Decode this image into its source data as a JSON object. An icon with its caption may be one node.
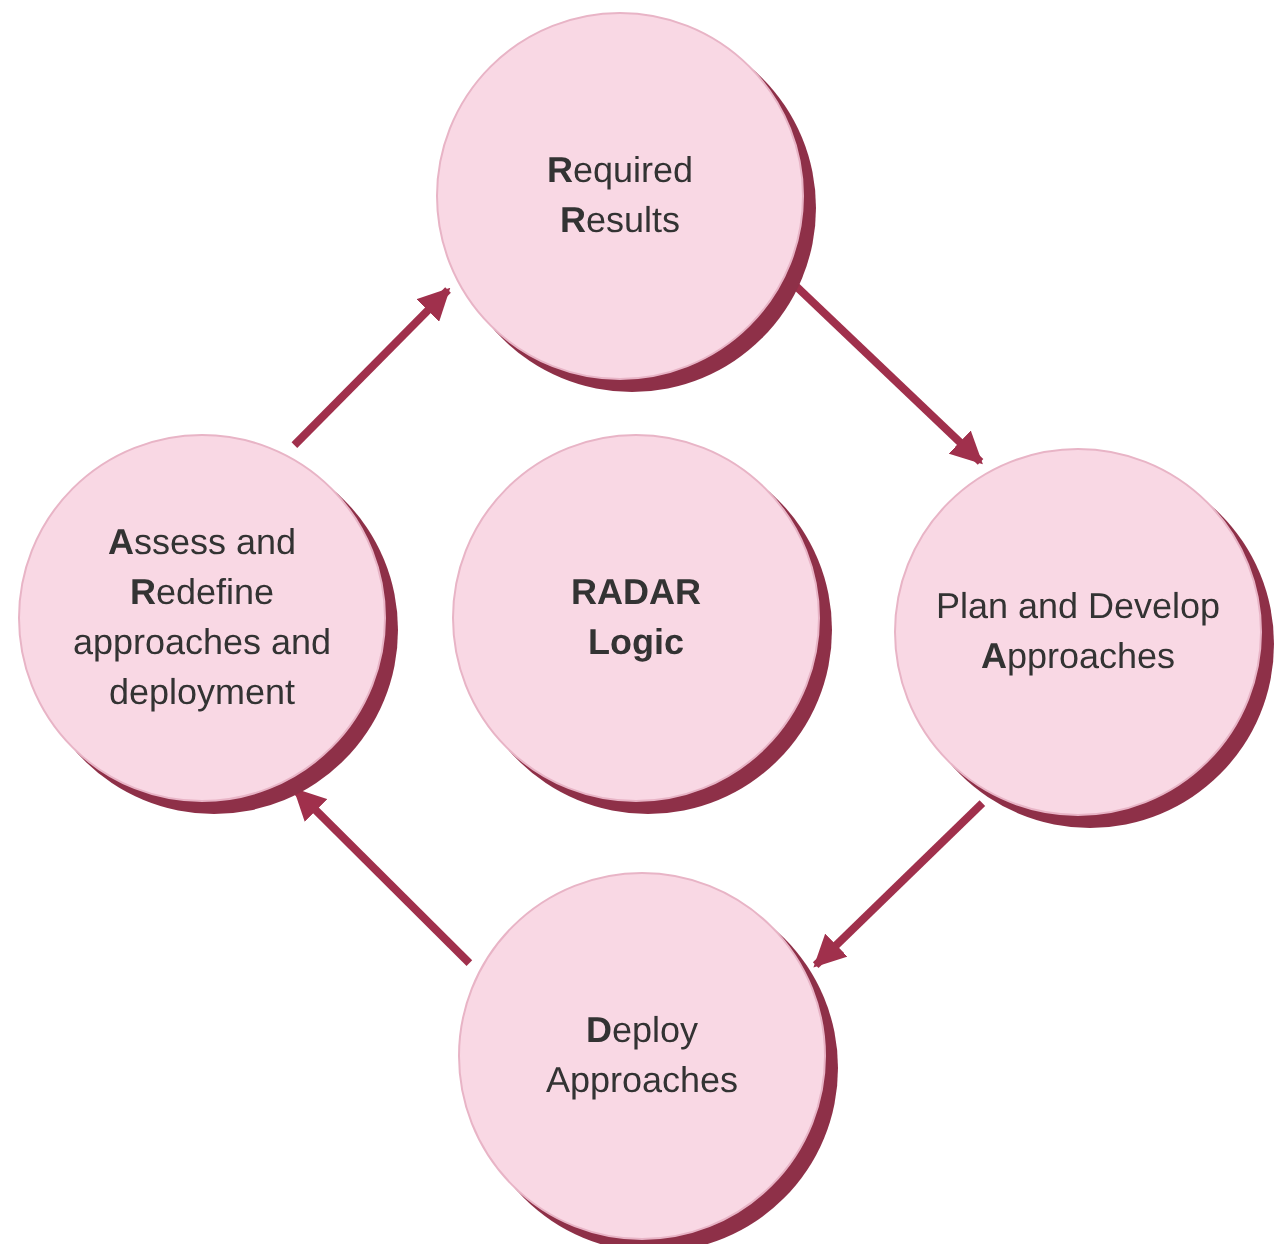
{
  "diagram": {
    "nodes": [
      {
        "text": [
          "**R**equired **R**esults"
        ]
      },
      {
        "text": [
          "**A**ssess and **R**edefine approaches and deployment"
        ]
      },
      {
        "text": [
          "RADAR Logic"
        ]
      },
      {
        "text": [
          "Plan and Develop **A**pproaches"
        ]
      },
      {
        "text": [
          "**D**eploy Approaches"
        ]
      }
    ],
    "edges": [
      {
        "from": 0,
        "to": 3,
        "arrow": "to"
      },
      {
        "from": 3,
        "to": 4,
        "arrow": "to"
      },
      {
        "from": 4,
        "to": 1,
        "arrow": "to"
      },
      {
        "from": 1,
        "to": 0,
        "arrow": "to"
      }
    ]
  }
}
